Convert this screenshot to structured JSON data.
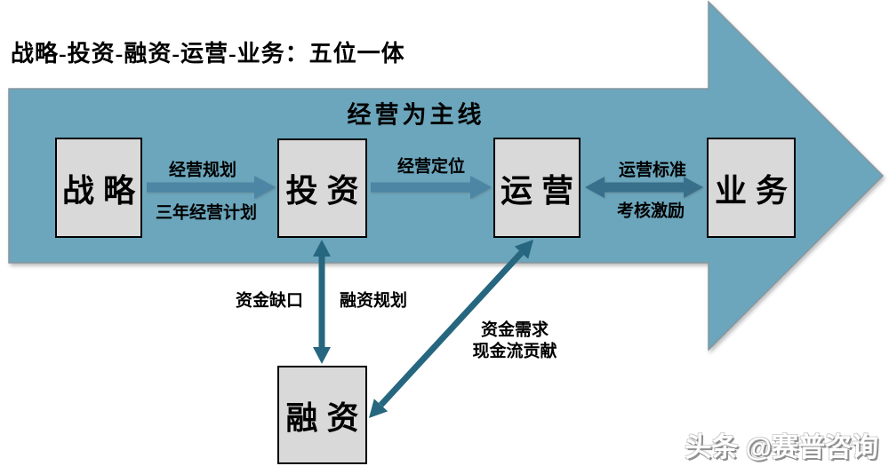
{
  "title": "战略-投资-融资-运营-业务：五位一体",
  "main_arrow": {
    "label": "经营为主线"
  },
  "nodes": {
    "strategy": {
      "label": "战略"
    },
    "investment": {
      "label": "投资"
    },
    "operations": {
      "label": "运营"
    },
    "business": {
      "label": "业务"
    },
    "financing": {
      "label": "融资"
    }
  },
  "edges": {
    "strategy_investment": {
      "top_label": "经营规划",
      "bottom_label": "三年经营计划"
    },
    "investment_operations": {
      "label": "经营定位"
    },
    "operations_business": {
      "top_label": "运营标准",
      "bottom_label": "考核激励"
    },
    "investment_financing": {
      "left_label": "资金缺口",
      "right_label": "融资规划"
    },
    "financing_operations": {
      "line1": "资金需求",
      "line2": "现金流贡献"
    }
  },
  "watermark": "头条 @赛普咨询",
  "colors": {
    "main_arrow_fill": "#6BA6BC",
    "main_arrow_border": "#85959E",
    "box_fill": "#D9D9D9",
    "box_border": "#000000",
    "flow_arrow": "#4C86A4",
    "double_arrow": "#38708C",
    "link_arrow": "#26677F"
  }
}
